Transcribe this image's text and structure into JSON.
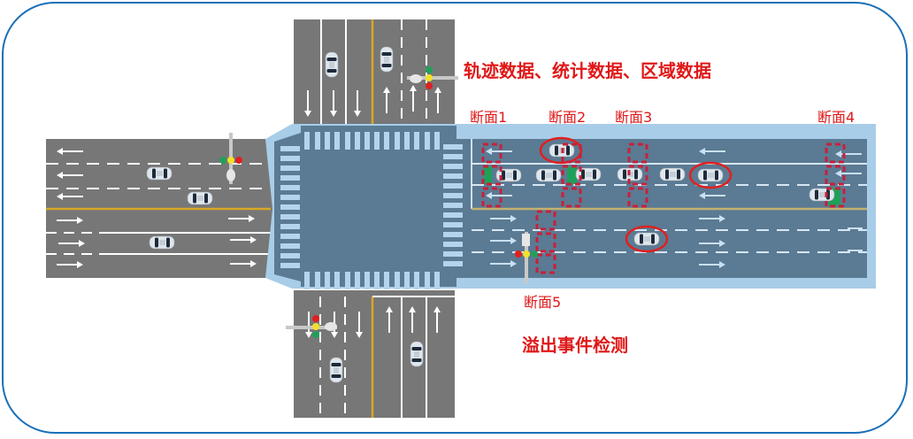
{
  "diagram": {
    "title_top": "轨迹数据、统计数据、区域数据",
    "title_bottom": "溢出事件检测",
    "sections": [
      {
        "id": 1,
        "label": "断面1"
      },
      {
        "id": 2,
        "label": "断面2"
      },
      {
        "id": 3,
        "label": "断面3"
      },
      {
        "id": 4,
        "label": "断面4"
      },
      {
        "id": 5,
        "label": "断面5"
      }
    ],
    "colors": {
      "frame_border": "#1a6fb8",
      "road": "#777777",
      "highlight_zone": "#a8cde8",
      "intersection": "#5b7a93",
      "crosswalk": "#b3d4ec",
      "center_line": "#d9a629",
      "label_red": "#e01818",
      "section_box": "#c8203a",
      "queue_green": "#1fa05a",
      "circle_red": "#e02020"
    }
  }
}
